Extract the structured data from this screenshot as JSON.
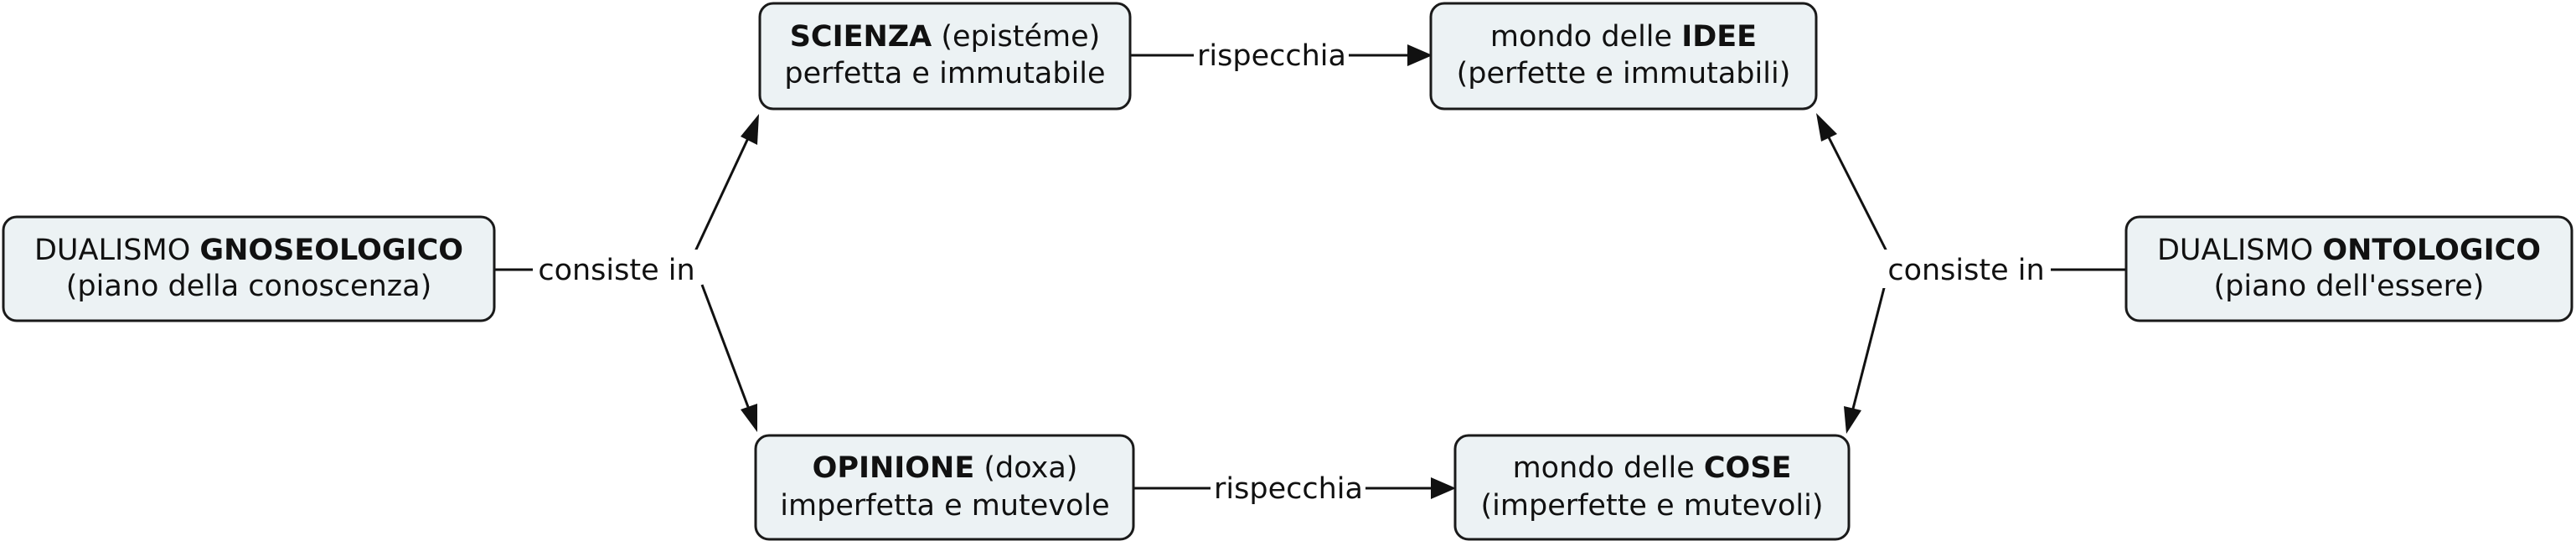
{
  "nodes": {
    "gnoseologico": {
      "line1_pre": "DUALISMO ",
      "line1_bold": "GNOSEOLOGICO",
      "line2": "(piano della conoscenza)"
    },
    "scienza": {
      "line1_bold": "SCIENZA",
      "line1_post": " (epistéme)",
      "line2": "perfetta e immutabile"
    },
    "opinione": {
      "line1_bold": "OPINIONE",
      "line1_post": " (doxa)",
      "line2": "imperfetta e mutevole"
    },
    "idee": {
      "line1_pre": "mondo delle ",
      "line1_bold": "IDEE",
      "line2": "(perfette e immutabili)"
    },
    "cose": {
      "line1_pre": "mondo delle ",
      "line1_bold": "COSE",
      "line2": "(imperfette e mutevoli)"
    },
    "ontologico": {
      "line1_pre": "DUALISMO ",
      "line1_bold": "ONTOLOGICO",
      "line2": "(piano dell'essere)"
    }
  },
  "edges": {
    "gnoseologico_label": "consiste in",
    "ontologico_label": "consiste in",
    "scienza_idee_label": "rispecchia",
    "opinione_cose_label": "rispecchia"
  },
  "colors": {
    "node_fill": "#ecf2f4",
    "node_stroke": "#1a1a1a",
    "line": "#111111"
  }
}
